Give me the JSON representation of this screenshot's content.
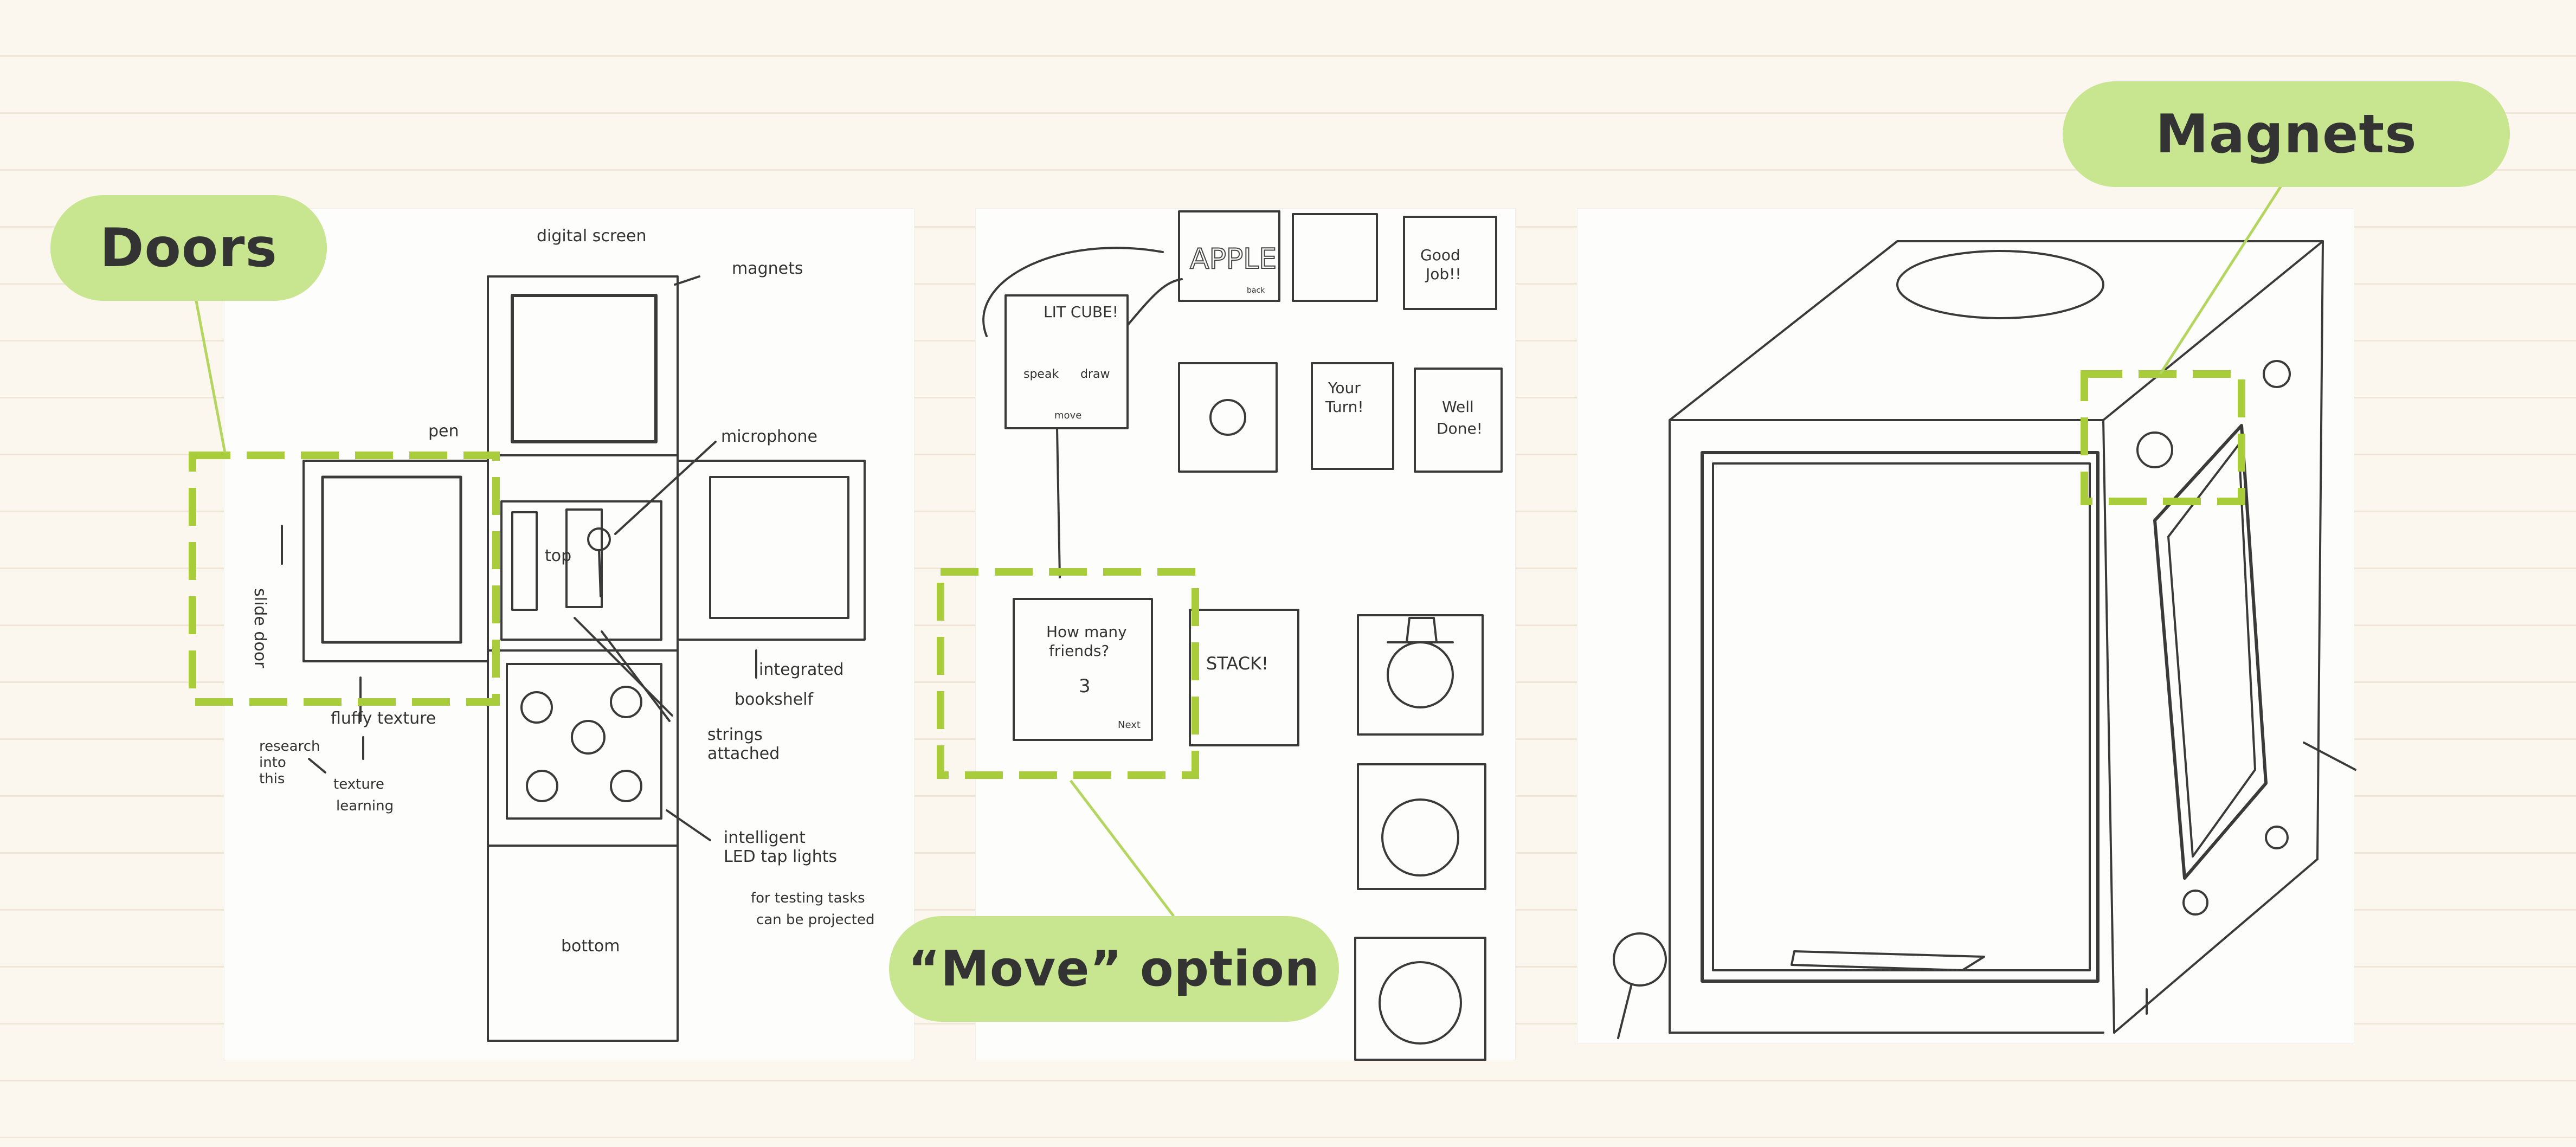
{
  "callouts": {
    "doors": "Doors",
    "move_option": "“Move” option",
    "magnets": "Magnets"
  },
  "sketch1": {
    "digital_screen": "digital screen",
    "magnets": "magnets",
    "pen": "pen",
    "microphone": "microphone",
    "slide_door": "slide door",
    "top": "top",
    "fluffy_texture": "fluffy texture",
    "research_1": "research",
    "research_2": "into",
    "research_3": "this",
    "texture_learning_1": "texture",
    "texture_learning_2": "learning",
    "strings_1": "strings",
    "strings_2": "attached",
    "bookshelf_1": "integrated",
    "bookshelf_2": "bookshelf",
    "led_1": "intelligent",
    "led_2": "LED tap lights",
    "testing_1": "for testing tasks",
    "testing_2": "can be projected",
    "bottom": "bottom"
  },
  "sketch2": {
    "lit_cube": "LIT CUBE!",
    "speak": "speak",
    "draw": "draw",
    "move": "move",
    "apple": "APPLE",
    "apple_small": "back",
    "good_job_1": "Good",
    "good_job_2": "Job!!",
    "your_turn_1": "Your",
    "your_turn_2": "Turn!",
    "well_done_1": "Well",
    "well_done_2": "Done!",
    "how_many_1": "How many",
    "how_many_2": "friends?",
    "count": "3",
    "next": "Next",
    "stack": "STACK!"
  }
}
